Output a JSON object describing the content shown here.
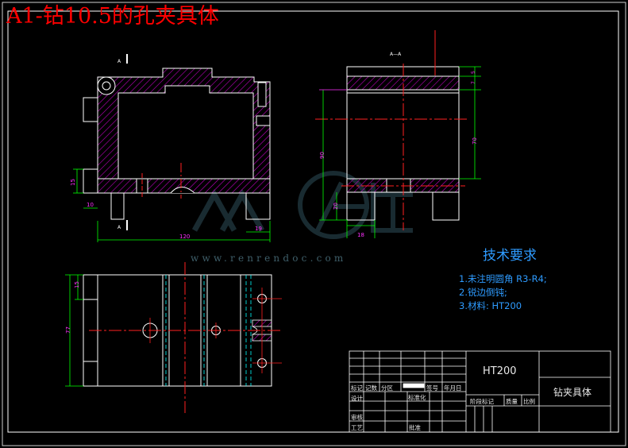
{
  "title": "A1-钻10.5的孔夹具体",
  "watermark": {
    "text": "www.renrendoc.com"
  },
  "dimensions": {
    "front": {
      "width_overall": "120",
      "left_height": "15",
      "bottom_left": "10",
      "bottom_right": "19"
    },
    "side": {
      "top_a": "5",
      "top_b": "7",
      "height_right": "70",
      "height_left": "90",
      "bottom_height": "20",
      "bottom_width": "18"
    },
    "plan": {
      "left_small": "15",
      "left_height": "77"
    }
  },
  "section_marks": {
    "front_top": "A",
    "front_bottom": "A",
    "side": "A—A"
  },
  "tech_requirements": {
    "heading": "技术要求",
    "items": [
      "1.未注明圆角 R3-R4;",
      "2.锐边倒钝;",
      "3.材料: HT200"
    ]
  },
  "title_block": {
    "material": "HT200",
    "part_name": "钻夹具体",
    "labels": {
      "marks": "标记",
      "count": "记数",
      "zone": "分区",
      "sign": "签号",
      "date": "年月日",
      "design": "设计",
      "standard": "标准化",
      "stage": "阶段标记",
      "weight": "质量",
      "scale": "比例",
      "review": "审核",
      "process": "工艺",
      "approve": "批准"
    }
  },
  "colors": {
    "background": "#000000",
    "outline": "#ffffff",
    "hatch": "#c000c0",
    "centerline": "#ff2020",
    "dimension": "#00ff00",
    "dim_text": "#ff30ff",
    "note": "#2e9bff",
    "watermark": "#2f4f5a",
    "hidden": "#00ffff"
  }
}
